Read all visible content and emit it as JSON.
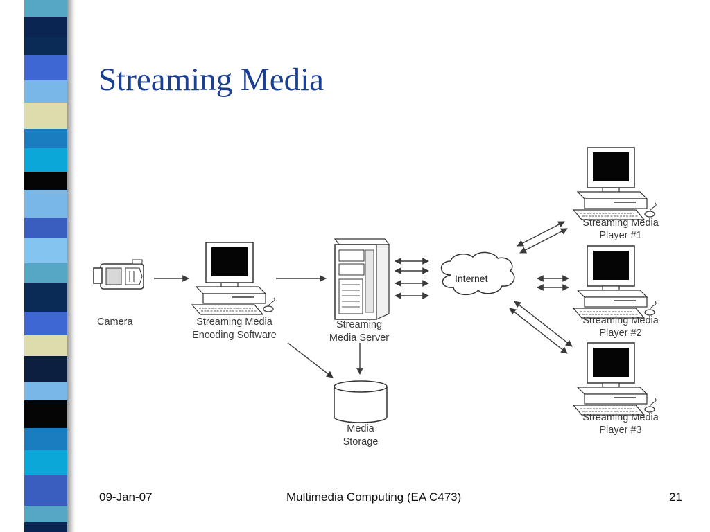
{
  "slide": {
    "title": "Streaming Media"
  },
  "diagram": {
    "nodes": {
      "camera": "Camera",
      "encoder": [
        "Streaming Media",
        "Encoding Software"
      ],
      "server": [
        "Streaming",
        "Media Server"
      ],
      "storage": [
        "Media",
        "Storage"
      ],
      "internet": "Internet",
      "player1": [
        "Streaming Media",
        "Player #1"
      ],
      "player2": [
        "Streaming Media",
        "Player #2"
      ],
      "player3": [
        "Streaming Media",
        "Player #3"
      ]
    }
  },
  "footer": {
    "date": "09-Jan-07",
    "course": "Multimedia Computing (EA C473)",
    "page": "21"
  },
  "colors": {
    "title": "#1c3f8f",
    "sidebar_stripes": [
      "#56a6c6",
      "#1a7dc0",
      "#0a2b56",
      "#79b7e8",
      "#dedcac",
      "#0b2552",
      "#3e67d4",
      "#0aa7d8",
      "#83c4f0",
      "#050505",
      "#3a5ec0",
      "#0c1f40"
    ]
  }
}
